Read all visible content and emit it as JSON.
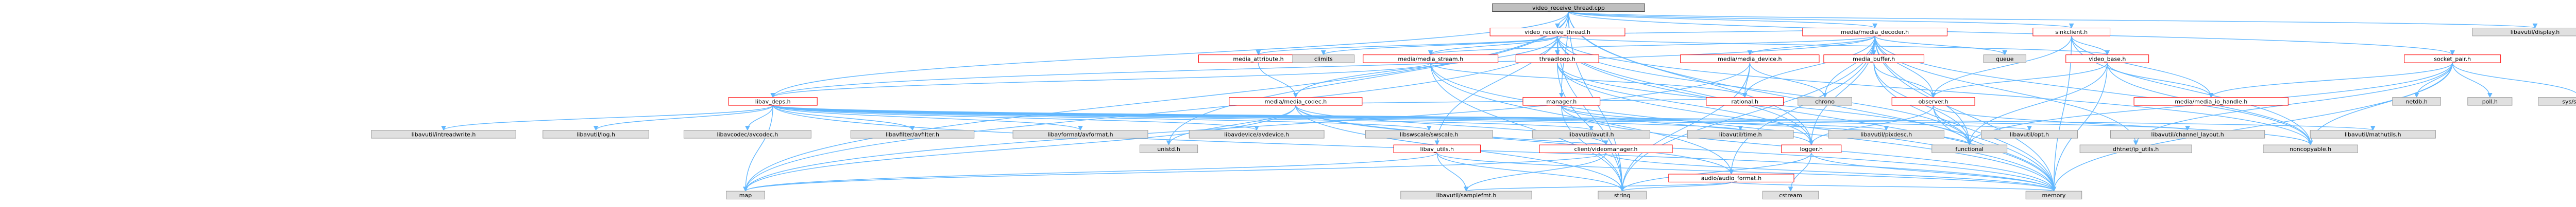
{
  "diagram": {
    "colors": {
      "root_fill": "#bfbfbf",
      "root_border": "#404040",
      "local_border": "#ff0000",
      "node_fill": "#ffffff",
      "system_fill": "#e0e0e0",
      "system_border": "#999999",
      "text": "#000000",
      "edge": "#63b8ff"
    },
    "nodes": [
      {
        "id": "root",
        "label": "video_receive_thread.cpp",
        "kind": "root"
      },
      {
        "id": "vrt_h",
        "label": "video_receive_thread.h",
        "kind": "local"
      },
      {
        "id": "media_decoder_h",
        "label": "media/media_decoder.h",
        "kind": "local"
      },
      {
        "id": "sinkclient_h",
        "label": "sinkclient.h",
        "kind": "local"
      },
      {
        "id": "libavutil_display_h",
        "label": "libavutil/display.h",
        "kind": "system"
      },
      {
        "id": "socket_pair_h",
        "label": "socket_pair.h",
        "kind": "local"
      },
      {
        "id": "queue",
        "label": "queue",
        "kind": "system"
      },
      {
        "id": "video_base_h",
        "label": "video_base.h",
        "kind": "local"
      },
      {
        "id": "media_buffer_h",
        "label": "media_buffer.h",
        "kind": "local"
      },
      {
        "id": "media_device_h",
        "label": "media/media_device.h",
        "kind": "local"
      },
      {
        "id": "threadloop_h",
        "label": "threadloop.h",
        "kind": "local"
      },
      {
        "id": "media_attribute_h",
        "label": "media_attribute.h",
        "kind": "local"
      },
      {
        "id": "media_stream_h",
        "label": "media/media_stream.h",
        "kind": "local"
      },
      {
        "id": "climits",
        "label": "climits",
        "kind": "system"
      },
      {
        "id": "libav_deps_h",
        "label": "libav_deps.h",
        "kind": "local"
      },
      {
        "id": "media_codec_h",
        "label": "media/media_codec.h",
        "kind": "local"
      },
      {
        "id": "manager_h",
        "label": "manager.h",
        "kind": "local"
      },
      {
        "id": "rational_h",
        "label": "rational.h",
        "kind": "local"
      },
      {
        "id": "chrono",
        "label": "chrono",
        "kind": "system"
      },
      {
        "id": "observer_h",
        "label": "observer.h",
        "kind": "local"
      },
      {
        "id": "media_io_handle_h",
        "label": "media/media_io_handle.h",
        "kind": "local"
      },
      {
        "id": "netdb_h",
        "label": "netdb.h",
        "kind": "system"
      },
      {
        "id": "poll_h",
        "label": "poll.h",
        "kind": "system"
      },
      {
        "id": "sys_socket_h",
        "label": "sys/socket.h",
        "kind": "system"
      },
      {
        "id": "lav_intreadwrite",
        "label": "libavutil/intreadwrite.h",
        "kind": "system"
      },
      {
        "id": "lav_log",
        "label": "libavutil/log.h",
        "kind": "system"
      },
      {
        "id": "lavc_avcodec",
        "label": "libavcodec/avcodec.h",
        "kind": "system"
      },
      {
        "id": "lavfi_avfilter",
        "label": "libavfilter/avfilter.h",
        "kind": "system"
      },
      {
        "id": "lavf_avformat",
        "label": "libavformat/avformat.h",
        "kind": "system"
      },
      {
        "id": "lavd_avdevice",
        "label": "libavdevice/avdevice.h",
        "kind": "system"
      },
      {
        "id": "sws_swscale",
        "label": "libswscale/swscale.h",
        "kind": "system"
      },
      {
        "id": "lav_avutil",
        "label": "libavutil/avutil.h",
        "kind": "system"
      },
      {
        "id": "lav_time",
        "label": "libavutil/time.h",
        "kind": "system"
      },
      {
        "id": "lav_pixdesc",
        "label": "libavutil/pixdesc.h",
        "kind": "system"
      },
      {
        "id": "lav_opt",
        "label": "libavutil/opt.h",
        "kind": "system"
      },
      {
        "id": "lav_chlayout",
        "label": "libavutil/channel_layout.h",
        "kind": "system"
      },
      {
        "id": "lav_mathutils",
        "label": "libavutil/mathutils.h",
        "kind": "system"
      },
      {
        "id": "unistd_h",
        "label": "unistd.h",
        "kind": "system"
      },
      {
        "id": "libav_utils_h",
        "label": "libav_utils.h",
        "kind": "local"
      },
      {
        "id": "clientvideomanager_h",
        "label": "client/videomanager.h",
        "kind": "local"
      },
      {
        "id": "audio_format_h",
        "label": "audio/audio_format.h",
        "kind": "local"
      },
      {
        "id": "logger_h",
        "label": "logger.h",
        "kind": "local"
      },
      {
        "id": "functional",
        "label": "functional",
        "kind": "system"
      },
      {
        "id": "dhtnet_ip_utils",
        "label": "dhtnet/ip_utils.h",
        "kind": "system"
      },
      {
        "id": "noncopyable_h",
        "label": "noncopyable.h",
        "kind": "system"
      },
      {
        "id": "map",
        "label": "map",
        "kind": "system"
      },
      {
        "id": "lav_samplefmt",
        "label": "libavutil/samplefmt.h",
        "kind": "system"
      },
      {
        "id": "string",
        "label": "string",
        "kind": "system"
      },
      {
        "id": "cstream",
        "label": "cstream",
        "kind": "system"
      },
      {
        "id": "memory",
        "label": "memory",
        "kind": "system"
      }
    ],
    "edges": [
      [
        "root",
        "vrt_h"
      ],
      [
        "root",
        "media_decoder_h"
      ],
      [
        "root",
        "sinkclient_h"
      ],
      [
        "root",
        "libavutil_display_h"
      ],
      [
        "root",
        "libav_deps_h"
      ],
      [
        "root",
        "libav_utils_h"
      ],
      [
        "root",
        "logger_h"
      ],
      [
        "root",
        "map"
      ],
      [
        "root",
        "unistd_h"
      ],
      [
        "root",
        "manager_h"
      ],
      [
        "root",
        "socket_pair_h"
      ],
      [
        "root",
        "string"
      ],
      [
        "root",
        "memory"
      ],
      [
        "vrt_h",
        "media_decoder_h"
      ],
      [
        "vrt_h",
        "media_attribute_h"
      ],
      [
        "vrt_h",
        "media_stream_h"
      ],
      [
        "vrt_h",
        "climits"
      ],
      [
        "vrt_h",
        "threadloop_h"
      ],
      [
        "vrt_h",
        "media_codec_h"
      ],
      [
        "vrt_h",
        "video_base_h"
      ],
      [
        "vrt_h",
        "noncopyable_h"
      ],
      [
        "vrt_h",
        "functional"
      ],
      [
        "vrt_h",
        "map"
      ],
      [
        "vrt_h",
        "string"
      ],
      [
        "vrt_h",
        "memory"
      ],
      [
        "vrt_h",
        "logger_h"
      ],
      [
        "media_decoder_h",
        "chrono"
      ],
      [
        "media_decoder_h",
        "queue"
      ],
      [
        "media_decoder_h",
        "media_buffer_h"
      ],
      [
        "media_decoder_h",
        "media_device_h"
      ],
      [
        "media_decoder_h",
        "rational_h"
      ],
      [
        "media_decoder_h",
        "observer_h"
      ],
      [
        "media_decoder_h",
        "media_stream_h"
      ],
      [
        "media_decoder_h",
        "noncopyable_h"
      ],
      [
        "media_decoder_h",
        "memory"
      ],
      [
        "media_decoder_h",
        "libav_deps_h"
      ],
      [
        "media_decoder_h",
        "audio_format_h"
      ],
      [
        "media_decoder_h",
        "dhtnet_ip_utils"
      ],
      [
        "media_decoder_h",
        "logger_h"
      ],
      [
        "media_decoder_h",
        "string"
      ],
      [
        "media_decoder_h",
        "functional"
      ],
      [
        "sinkclient_h",
        "video_base_h"
      ],
      [
        "sinkclient_h",
        "memory"
      ],
      [
        "sinkclient_h",
        "media_io_handle_h"
      ],
      [
        "sinkclient_h",
        "observer_h"
      ],
      [
        "sinkclient_h",
        "noncopyable_h"
      ],
      [
        "socket_pair_h",
        "media_io_handle_h"
      ],
      [
        "socket_pair_h",
        "netdb_h"
      ],
      [
        "socket_pair_h",
        "poll_h"
      ],
      [
        "socket_pair_h",
        "sys_socket_h"
      ],
      [
        "socket_pair_h",
        "dhtnet_ip_utils"
      ],
      [
        "socket_pair_h",
        "noncopyable_h"
      ],
      [
        "socket_pair_h",
        "memory"
      ],
      [
        "socket_pair_h",
        "functional"
      ],
      [
        "video_base_h",
        "observer_h"
      ],
      [
        "video_base_h",
        "media_io_handle_h"
      ],
      [
        "video_base_h",
        "noncopyable_h"
      ],
      [
        "video_base_h",
        "memory"
      ],
      [
        "video_base_h",
        "functional"
      ],
      [
        "media_buffer_h",
        "observer_h"
      ],
      [
        "media_buffer_h",
        "memory"
      ],
      [
        "media_buffer_h",
        "functional"
      ],
      [
        "media_device_h",
        "rational_h"
      ],
      [
        "media_device_h",
        "chrono"
      ],
      [
        "media_device_h",
        "string"
      ],
      [
        "media_device_h",
        "map"
      ],
      [
        "threadloop_h",
        "logger_h"
      ],
      [
        "threadloop_h",
        "string"
      ],
      [
        "threadloop_h",
        "functional"
      ],
      [
        "threadloop_h",
        "memory"
      ],
      [
        "media_attribute_h",
        "media_codec_h"
      ],
      [
        "media_stream_h",
        "rational_h"
      ],
      [
        "media_stream_h",
        "audio_format_h"
      ],
      [
        "media_stream_h",
        "libav_deps_h"
      ],
      [
        "media_stream_h",
        "string"
      ],
      [
        "media_stream_h",
        "memory"
      ],
      [
        "libav_deps_h",
        "lav_intreadwrite"
      ],
      [
        "libav_deps_h",
        "lav_log"
      ],
      [
        "libav_deps_h",
        "lavc_avcodec"
      ],
      [
        "libav_deps_h",
        "lavfi_avfilter"
      ],
      [
        "libav_deps_h",
        "lavf_avformat"
      ],
      [
        "libav_deps_h",
        "lavd_avdevice"
      ],
      [
        "libav_deps_h",
        "sws_swscale"
      ],
      [
        "libav_deps_h",
        "lav_avutil"
      ],
      [
        "libav_deps_h",
        "lav_time"
      ],
      [
        "libav_deps_h",
        "lav_pixdesc"
      ],
      [
        "libav_deps_h",
        "lav_opt"
      ],
      [
        "libav_deps_h",
        "lav_chlayout"
      ],
      [
        "libav_deps_h",
        "lav_mathutils"
      ],
      [
        "libav_deps_h",
        "memory"
      ],
      [
        "libav_deps_h",
        "map"
      ],
      [
        "media_codec_h",
        "rational_h"
      ],
      [
        "media_codec_h",
        "audio_format_h"
      ],
      [
        "media_codec_h",
        "unistd_h"
      ],
      [
        "media_codec_h",
        "map"
      ],
      [
        "media_codec_h",
        "string"
      ],
      [
        "media_codec_h",
        "memory"
      ],
      [
        "media_codec_h",
        "clientvideomanager_h"
      ],
      [
        "manager_h",
        "logger_h"
      ],
      [
        "manager_h",
        "functional"
      ],
      [
        "manager_h",
        "string"
      ],
      [
        "manager_h",
        "memory"
      ],
      [
        "observer_h",
        "noncopyable_h"
      ],
      [
        "observer_h",
        "functional"
      ],
      [
        "observer_h",
        "memory"
      ],
      [
        "observer_h",
        "logger_h"
      ],
      [
        "libav_utils_h",
        "lav_samplefmt"
      ],
      [
        "libav_utils_h",
        "map"
      ],
      [
        "libav_utils_h",
        "string"
      ],
      [
        "libav_utils_h",
        "memory"
      ],
      [
        "clientvideomanager_h",
        "lav_samplefmt"
      ],
      [
        "clientvideomanager_h",
        "map"
      ],
      [
        "clientvideomanager_h",
        "memory"
      ],
      [
        "audio_format_h",
        "lav_samplefmt"
      ],
      [
        "audio_format_h",
        "string"
      ],
      [
        "audio_format_h",
        "memory"
      ],
      [
        "logger_h",
        "cstream"
      ],
      [
        "logger_h",
        "string"
      ],
      [
        "logger_h",
        "memory"
      ]
    ]
  }
}
